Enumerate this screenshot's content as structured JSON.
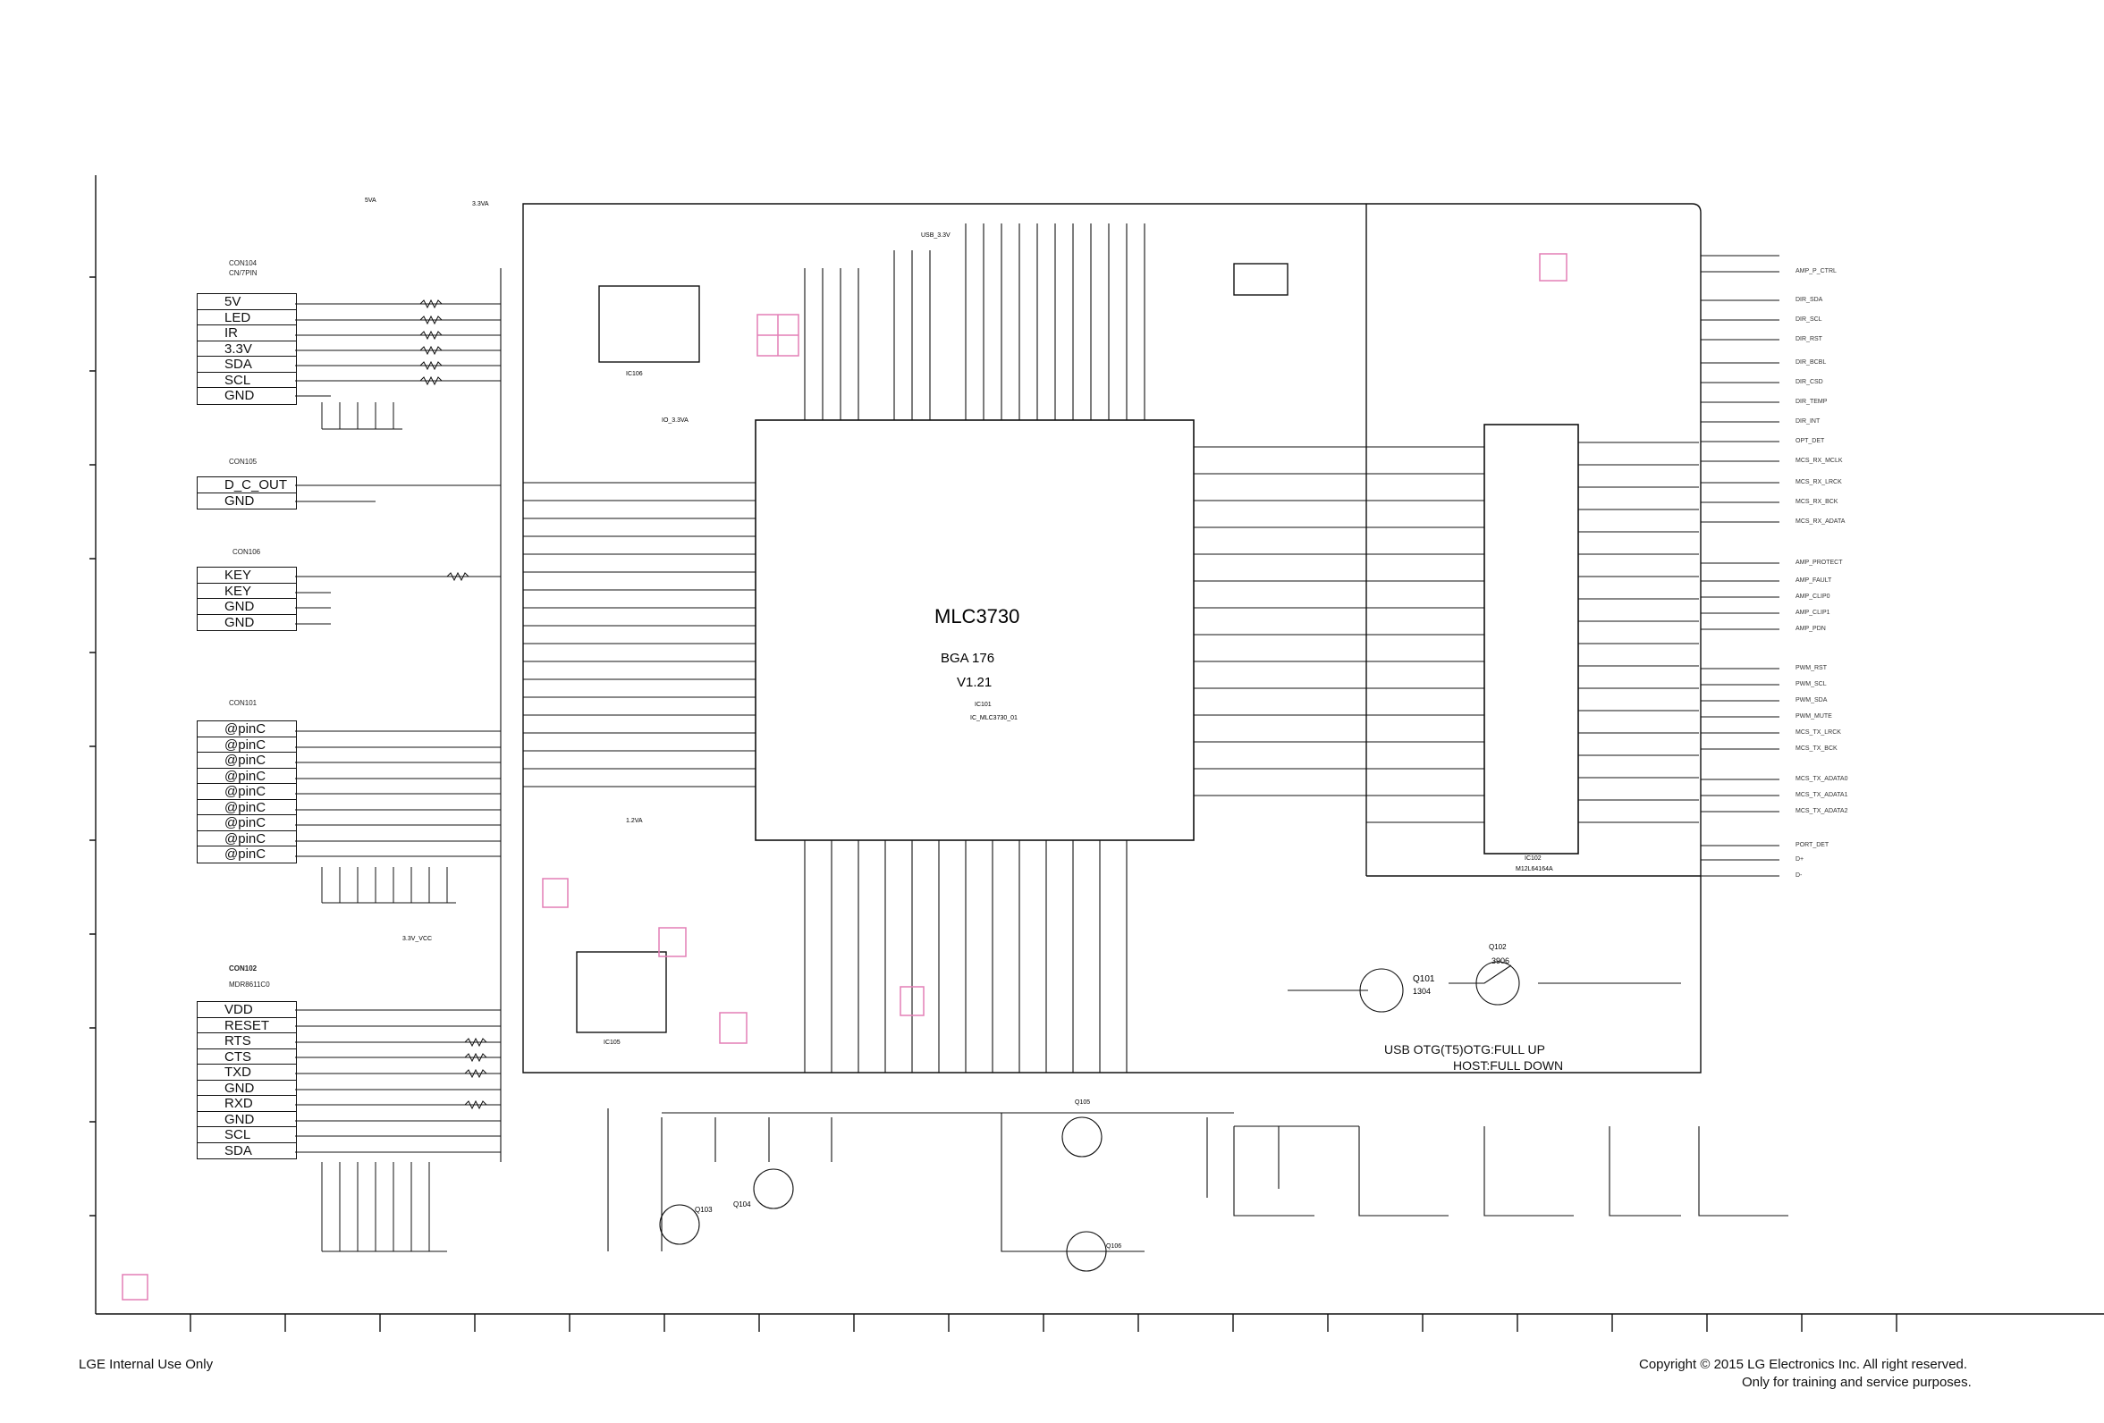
{
  "main_chip": {
    "name": "MLC3730",
    "package": "BGA  176",
    "version": "V1.21",
    "ref": "IC101",
    "part": "IC_MLC3730_01"
  },
  "memory_chip": {
    "ref": "IC102",
    "part": "M12L64164A"
  },
  "connectors": [
    {
      "title": "CON104",
      "subtitle": "CN/7PIN",
      "pins": [
        "5V",
        "LED",
        "IR",
        "3.3V",
        "SDA",
        "SCL",
        "GND"
      ]
    },
    {
      "title": "CON105",
      "pins": [
        "D_C_OUT",
        "GND"
      ]
    },
    {
      "title": "CON106",
      "pins": [
        "KEY",
        "KEY",
        "GND",
        "GND"
      ]
    },
    {
      "title": "CON101",
      "pins": [
        "@pinC",
        "@pinC",
        "@pinC",
        "@pinC",
        "@pinC",
        "@pinC",
        "@pinC",
        "@pinC",
        "@pinC"
      ]
    },
    {
      "title": "CON102",
      "subtitle": "MDR8611C0",
      "pins": [
        "VDD",
        "RESET",
        "RTS",
        "CTS",
        "TXD",
        "GND",
        "RXD",
        "GND",
        "SCL",
        "SDA"
      ]
    }
  ],
  "right_signals": [
    "AMP_P_CTRL",
    "DIR_SDA",
    "DIR_SCL",
    "DIR_RST",
    "DIR_BCBL",
    "DIR_CSD",
    "DIR_TEMP",
    "DIR_INT",
    "OPT_DET",
    "MCS_RX_MCLK",
    "MCS_RX_LRCK",
    "MCS_RX_BCK",
    "MCS_RX_ADATA",
    "AMP_PROTECT",
    "AMP_FAULT",
    "AMP_CLIP0",
    "AMP_CLIP1",
    "AMP_PDN",
    "PWM_RST",
    "PWM_SCL",
    "PWM_SDA",
    "PWM_MUTE",
    "MCS_TX_LRCK",
    "MCS_TX_BCK",
    "MCS_TX_ADATA0",
    "MCS_TX_ADATA1",
    "MCS_TX_ADATA2",
    "PORT_DET",
    "D+",
    "D-"
  ],
  "rails": [
    "5VA",
    "3.3VA",
    "1.2VA",
    "IO_3.3VA",
    "USB_3.3V",
    "3.3V_VCC"
  ],
  "notes": {
    "otg_line1": "USB OTG(T5)OTG:FULL UP",
    "otg_line2": "HOST:FULL DOWN"
  },
  "parts": {
    "q101": "Q101",
    "q101_type": "1304",
    "q102": "Q102",
    "q102_type": "3906",
    "q103": "Q103",
    "q104": "Q104",
    "q105": "Q105",
    "q106": "Q106",
    "ic106": "IC106",
    "ic105": "IC105"
  },
  "footer": {
    "left": "LGE Internal Use Only",
    "right_line1": "Copyright © 2015 LG Electronics Inc. All right reserved.",
    "right_line2": "Only for training and service purposes."
  },
  "colors": {
    "ink": "#111111",
    "marker": "#e37fb5"
  }
}
